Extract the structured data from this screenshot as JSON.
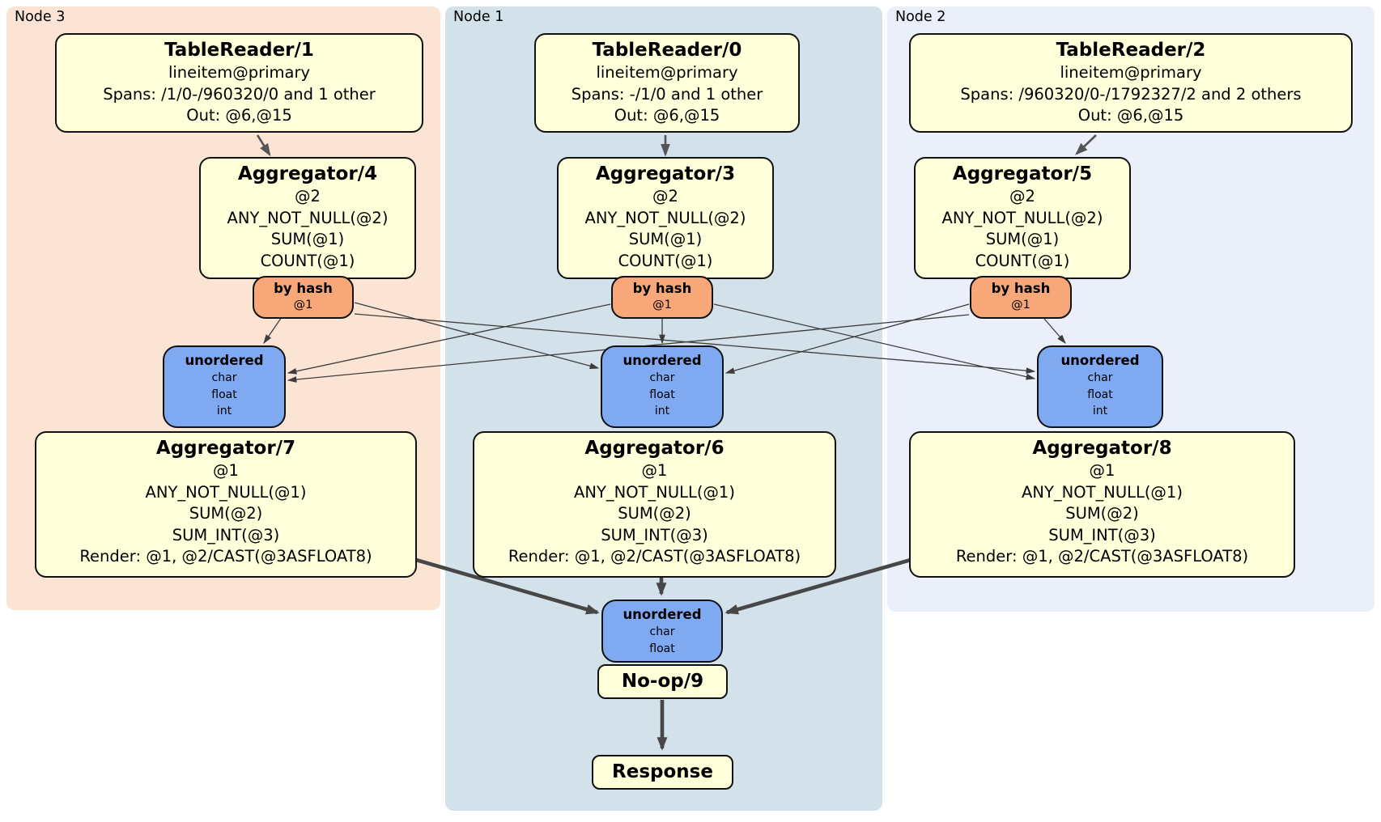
{
  "diagram": "distsql-plan",
  "colors": {
    "node3_bg": "#fce4d4",
    "node1_bg": "#d2e1ea",
    "node2_bg": "#eaeffa",
    "processor_bg": "#ffffd9",
    "router_bg": "#f8a878",
    "sync_bg": "#7fa9f1",
    "edge_thin": "#3c3c3c",
    "edge_thick": "#474747",
    "border": "#111111"
  },
  "node3": {
    "label": "Node 3",
    "tablereader": {
      "title": "TableReader/1",
      "lines": [
        "lineitem@primary",
        "Spans: /1/0-/960320/0 and 1 other",
        "Out: @6,@15"
      ]
    },
    "aggregator_top": {
      "title": "Aggregator/4",
      "lines": [
        "@2",
        "ANY_NOT_NULL(@2)",
        "SUM(@1)",
        "COUNT(@1)"
      ]
    },
    "router": {
      "title": "by hash",
      "lines": [
        "@1"
      ]
    },
    "sync": {
      "title": "unordered",
      "lines": [
        "char",
        "float",
        "int"
      ]
    },
    "aggregator_bottom": {
      "title": "Aggregator/7",
      "lines": [
        "@1",
        "ANY_NOT_NULL(@1)",
        "SUM(@2)",
        "SUM_INT(@3)",
        "Render: @1, @2/CAST(@3ASFLOAT8)"
      ]
    }
  },
  "node1": {
    "label": "Node 1",
    "tablereader": {
      "title": "TableReader/0",
      "lines": [
        "lineitem@primary",
        "Spans: -/1/0 and 1 other",
        "Out: @6,@15"
      ]
    },
    "aggregator_top": {
      "title": "Aggregator/3",
      "lines": [
        "@2",
        "ANY_NOT_NULL(@2)",
        "SUM(@1)",
        "COUNT(@1)"
      ]
    },
    "router": {
      "title": "by hash",
      "lines": [
        "@1"
      ]
    },
    "sync": {
      "title": "unordered",
      "lines": [
        "char",
        "float",
        "int"
      ]
    },
    "aggregator_bottom": {
      "title": "Aggregator/6",
      "lines": [
        "@1",
        "ANY_NOT_NULL(@1)",
        "SUM(@2)",
        "SUM_INT(@3)",
        "Render: @1, @2/CAST(@3ASFLOAT8)"
      ]
    }
  },
  "node2": {
    "label": "Node 2",
    "tablereader": {
      "title": "TableReader/2",
      "lines": [
        "lineitem@primary",
        "Spans: /960320/0-/1792327/2 and 2 others",
        "Out: @6,@15"
      ]
    },
    "aggregator_top": {
      "title": "Aggregator/5",
      "lines": [
        "@2",
        "ANY_NOT_NULL(@2)",
        "SUM(@1)",
        "COUNT(@1)"
      ]
    },
    "router": {
      "title": "by hash",
      "lines": [
        "@1"
      ]
    },
    "sync": {
      "title": "unordered",
      "lines": [
        "char",
        "float",
        "int"
      ]
    },
    "aggregator_bottom": {
      "title": "Aggregator/8",
      "lines": [
        "@1",
        "ANY_NOT_NULL(@1)",
        "SUM(@2)",
        "SUM_INT(@3)",
        "Render: @1, @2/CAST(@3ASFLOAT8)"
      ]
    }
  },
  "final": {
    "sync": {
      "title": "unordered",
      "lines": [
        "char",
        "float"
      ]
    },
    "noop": {
      "title": "No-op/9"
    },
    "response": {
      "title": "Response"
    }
  }
}
